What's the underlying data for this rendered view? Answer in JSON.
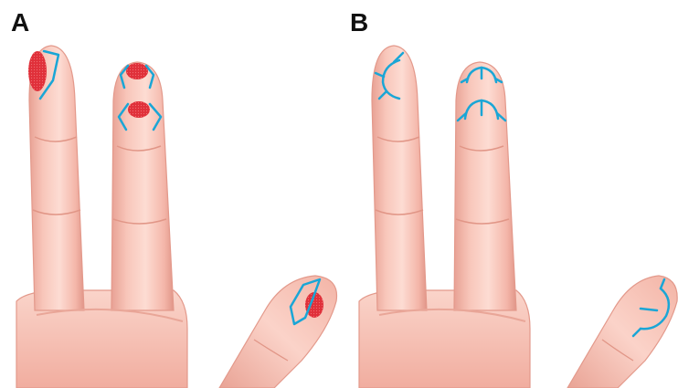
{
  "figure": {
    "panels": [
      {
        "label": "A",
        "content": "fingers-with-red-lesions-and-blue-incision-marks"
      },
      {
        "label": "B",
        "content": "fingers-with-blue-flap-incision-marks"
      }
    ]
  },
  "colors": {
    "skin": "#f7c2b6",
    "skin_shadow": "#e49a8c",
    "skin_highlight": "#fde3db",
    "nail": "#f9d4ca",
    "lesion_red": "#e0303a",
    "incision_blue": "#1aa6d6",
    "background": "#ffffff"
  }
}
